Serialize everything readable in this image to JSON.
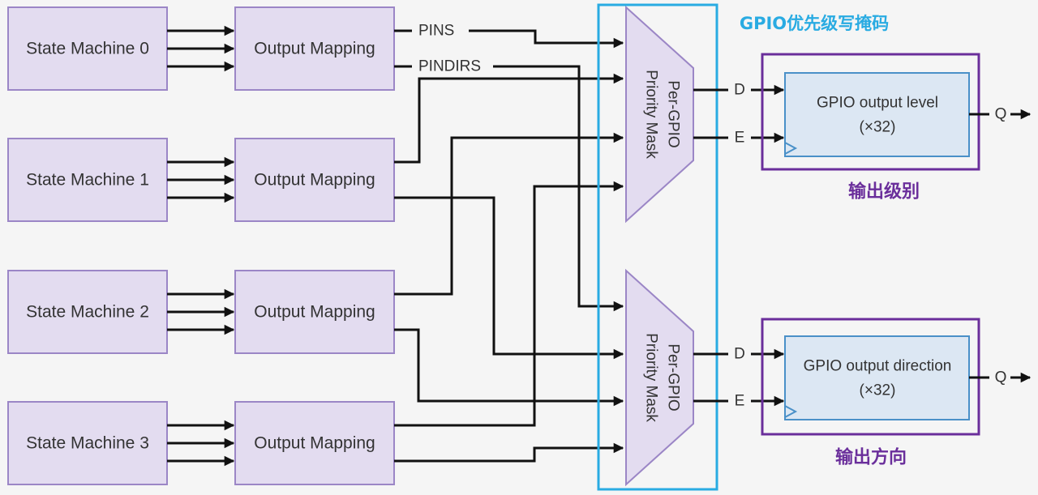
{
  "state_machines": [
    "State Machine 0",
    "State Machine 1",
    "State Machine 2",
    "State Machine 3"
  ],
  "output_mapping_label": "Output Mapping",
  "signals": {
    "pins": "PINS",
    "pindirs": "PINDIRS"
  },
  "priority_mask": {
    "line1": "Per-GPIO",
    "line2": "Priority Mask"
  },
  "gpio_mask_title": "GPIO优先级写掩码",
  "ports": {
    "d": "D",
    "e": "E",
    "q": "Q"
  },
  "registers": [
    {
      "label": "GPIO output level",
      "count": "(×32)",
      "caption": "输出级别"
    },
    {
      "label": "GPIO output direction",
      "count": "(×32)",
      "caption": "输出方向"
    }
  ],
  "colors": {
    "box_fill": "#e3dcf0",
    "box_stroke": "#9b86c6",
    "reg_fill": "#dce7f3",
    "reg_stroke": "#4a90c8",
    "highlight_blue": "#29abe2",
    "highlight_purple": "#6a2e9b",
    "background": "#f5f5f5"
  }
}
